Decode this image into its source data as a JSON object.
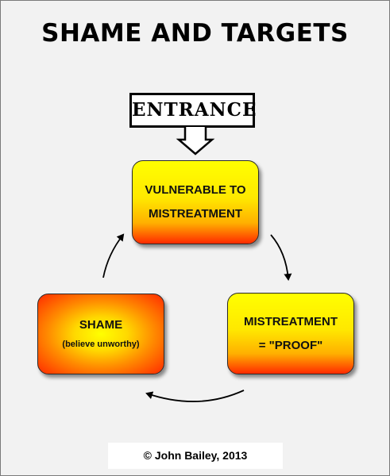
{
  "title": "SHAME AND TARGETS",
  "entrance": {
    "label": "ENTRANCE"
  },
  "cycle": {
    "vulnerable": {
      "line1": "VULNERABLE TO",
      "line2": "MISTREATMENT"
    },
    "mistreatment": {
      "line1": "MISTREATMENT",
      "line2": "= \"PROOF\""
    },
    "shame": {
      "line1": "SHAME",
      "line2": "(believe unworthy)"
    }
  },
  "footer": {
    "copyright": "© John Bailey, 2013"
  },
  "colors": {
    "background": "#f2f2f2",
    "box_top": "#ffff00",
    "box_bottom": "#ff2a00",
    "border": "#000000"
  }
}
